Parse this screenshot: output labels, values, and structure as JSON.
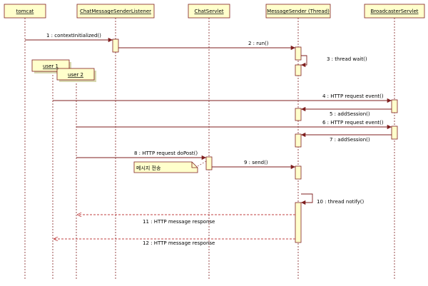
{
  "diagram": {
    "type": "sequence",
    "colors": {
      "box_fill": "#ffffcc",
      "box_stroke": "#7f1f1f",
      "line": "#7f1f1f",
      "return": "#c04040"
    },
    "participants": [
      {
        "id": "tomcat",
        "label": "tomcat"
      },
      {
        "id": "listener",
        "label": "ChatMessageSenderListener"
      },
      {
        "id": "servlet",
        "label": "ChatServlet"
      },
      {
        "id": "sender",
        "label": "MessageSender (Thread)"
      },
      {
        "id": "broadcaster",
        "label": "BroadcasterServlet"
      },
      {
        "id": "user1",
        "label": "user 1"
      },
      {
        "id": "user2",
        "label": "user 2"
      }
    ],
    "messages": [
      {
        "from": "tomcat",
        "to": "listener",
        "label": "1 : contextInitialized()",
        "kind": "call"
      },
      {
        "from": "listener",
        "to": "sender",
        "label": "2 : run()",
        "kind": "call"
      },
      {
        "from": "sender",
        "to": "sender",
        "label": "3 : thread wait()",
        "kind": "self"
      },
      {
        "from": "user1",
        "to": "broadcaster",
        "label": "4 : HTTP request event()",
        "kind": "call"
      },
      {
        "from": "broadcaster",
        "to": "sender",
        "label": "5 : addSession()",
        "kind": "call"
      },
      {
        "from": "user2",
        "to": "broadcaster",
        "label": "6 : HTTP request event()",
        "kind": "call"
      },
      {
        "from": "broadcaster",
        "to": "sender",
        "label": "7 : addSession()",
        "kind": "call"
      },
      {
        "from": "user2",
        "to": "servlet",
        "label": "8 : HTTP request doPost()",
        "kind": "call"
      },
      {
        "from": "servlet",
        "to": "sender",
        "label": "9 : send()",
        "kind": "call"
      },
      {
        "from": "sender",
        "to": "sender",
        "label": "10 : thread notify()",
        "kind": "self"
      },
      {
        "from": "sender",
        "to": "user2",
        "label": "11 : HTTP message response",
        "kind": "return"
      },
      {
        "from": "sender",
        "to": "user1",
        "label": "12 : HTTP message response",
        "kind": "return"
      }
    ],
    "note": {
      "text": "메시지 전송"
    }
  }
}
